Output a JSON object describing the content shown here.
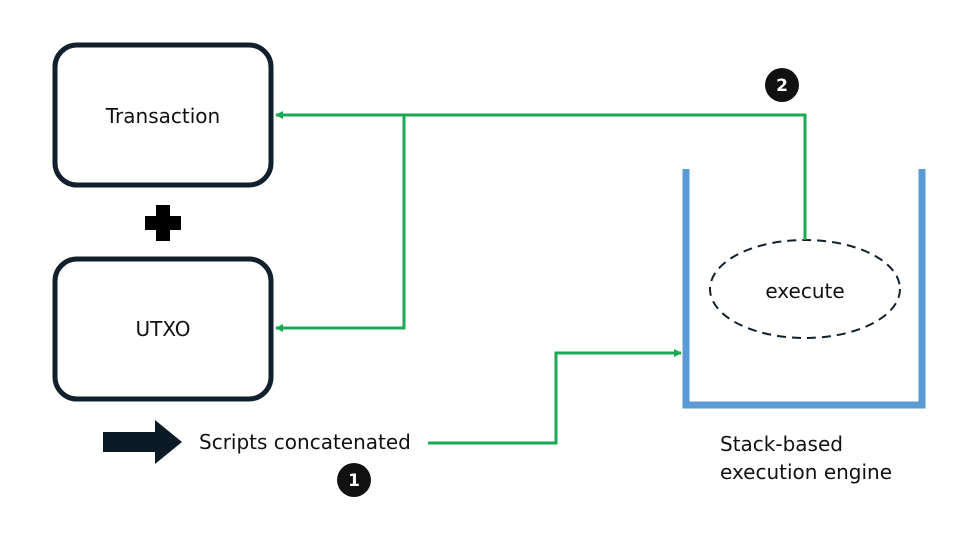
{
  "diagram": {
    "transaction_label": "Transaction",
    "utxo_label": "UTXO",
    "scripts_label": "Scripts concatenated",
    "execute_label": "execute",
    "engine_label_line1": "Stack-based",
    "engine_label_line2": "execution engine",
    "step_1": "1",
    "step_2": "2"
  },
  "colors": {
    "box_stroke": "#11202c",
    "connector": "#1aaa55",
    "container": "#5b9bd5",
    "badge": "#111111",
    "arrow": "#0b1a24"
  }
}
